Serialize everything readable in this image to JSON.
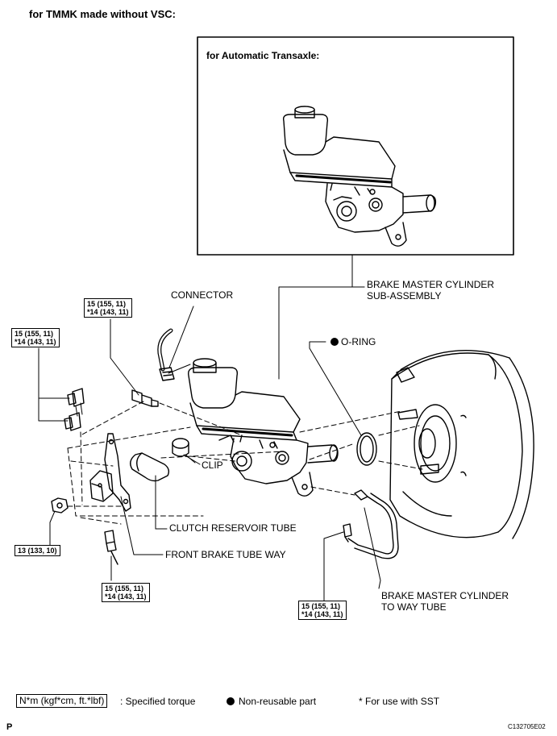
{
  "header": {
    "title": "for TMMK made without VSC:"
  },
  "inset": {
    "title": "for Automatic Transaxle:"
  },
  "labels": {
    "brake_master_cylinder_line1": "BRAKE MASTER CYLINDER",
    "brake_master_cylinder_line2": "SUB-ASSEMBLY",
    "connector": "CONNECTOR",
    "o_ring": "O-RING",
    "clip": "CLIP",
    "clutch_reservoir_tube": "CLUTCH RESERVOIR TUBE",
    "front_brake_tube_way": "FRONT BRAKE TUBE WAY",
    "to_way_tube_line1": "BRAKE MASTER CYLINDER",
    "to_way_tube_line2": "TO WAY TUBE"
  },
  "torque": {
    "connector_nut": {
      "line1": "15 (155, 11)",
      "line2": "*14 (143, 11)"
    },
    "left_nuts": {
      "line1": "15 (155, 11)",
      "line2": "*14 (143, 11)"
    },
    "mount_nut": {
      "line1": "13 (133, 10)"
    },
    "front_way_nut": {
      "line1": "15 (155, 11)",
      "line2": "*14 (143, 11)"
    },
    "way_tube_nut": {
      "line1": "15 (155, 11)",
      "line2": "*14 (143, 11)"
    }
  },
  "legend": {
    "unit_box": "N*m (kgf*cm, ft.*lbf)",
    "specified_torque": ": Specified torque",
    "non_reusable": "Non-reusable part",
    "sst_note": "* For use with SST"
  },
  "footer": {
    "page_mark": "P",
    "figure_code": "C132705E02"
  }
}
